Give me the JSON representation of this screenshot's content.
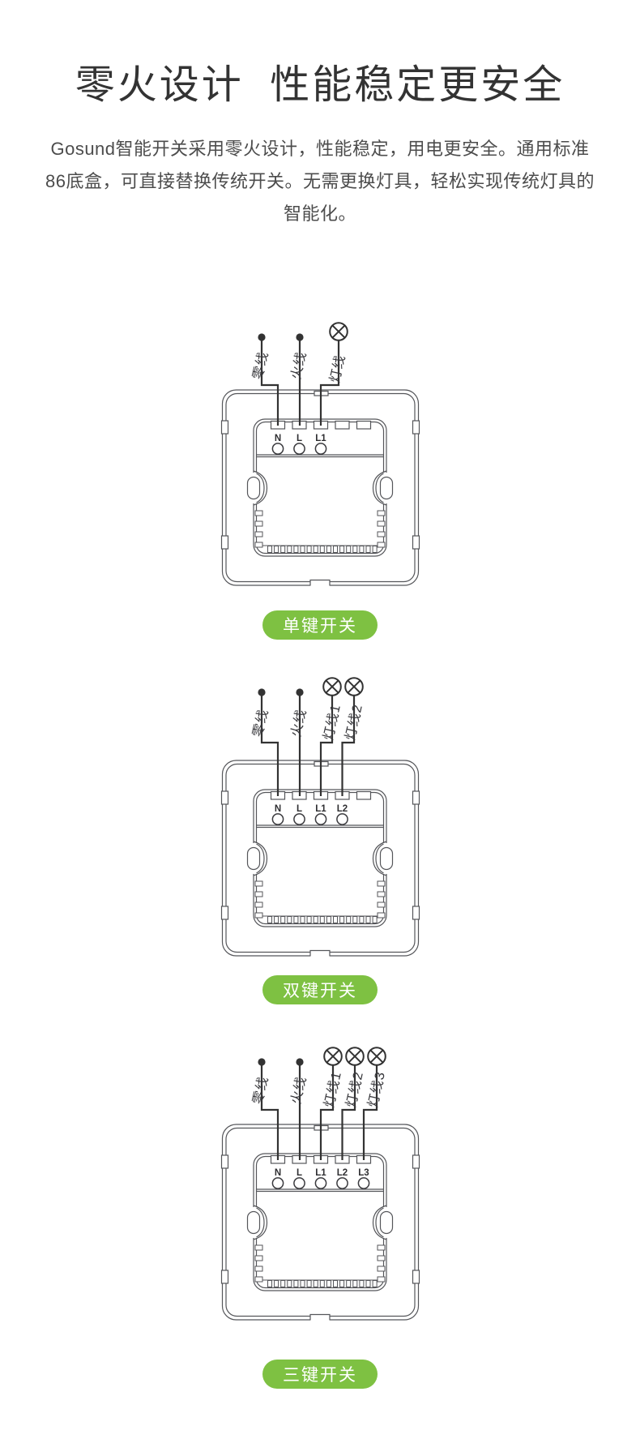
{
  "header": {
    "title": "零火设计 性能稳定更安全"
  },
  "intro": {
    "lines": [
      "Gosund智能开关采用零火设计，性能稳定，用电更安全。通用标准",
      "86底盒，可直接替换传统开关。无需更换灯具，轻松实现传统灯具的",
      "智能化。"
    ]
  },
  "colors": {
    "accent_green": "#7ec142",
    "wire": "#333333",
    "outline": "#55565a",
    "title_text": "#333333",
    "body_text": "#4c4c4c",
    "badge_text": "#ffffff"
  },
  "icons": {
    "lamp": "crossed-circle-lamp-icon",
    "wire_end": "solid-dot"
  },
  "diagrams": [
    {
      "name": "single-key-switch-wiring",
      "badge": "单键开关",
      "wires": {
        "neutral": "零线",
        "live": "火线",
        "lamps": [
          "灯线"
        ]
      },
      "terminals": [
        "N",
        "L",
        "L1"
      ],
      "slot_count": 5,
      "lamp_count": 1
    },
    {
      "name": "double-key-switch-wiring",
      "badge": "双键开关",
      "wires": {
        "neutral": "零线",
        "live": "火线",
        "lamps": [
          "灯线1",
          "灯线2"
        ]
      },
      "terminals": [
        "N",
        "L",
        "L1",
        "L2"
      ],
      "slot_count": 5,
      "lamp_count": 2
    },
    {
      "name": "triple-key-switch-wiring",
      "badge": "三键开关",
      "wires": {
        "neutral": "零线",
        "live": "火线",
        "lamps": [
          "灯线1",
          "灯线2",
          "灯线3"
        ]
      },
      "terminals": [
        "N",
        "L",
        "L1",
        "L2",
        "L3"
      ],
      "slot_count": 5,
      "lamp_count": 3
    }
  ]
}
